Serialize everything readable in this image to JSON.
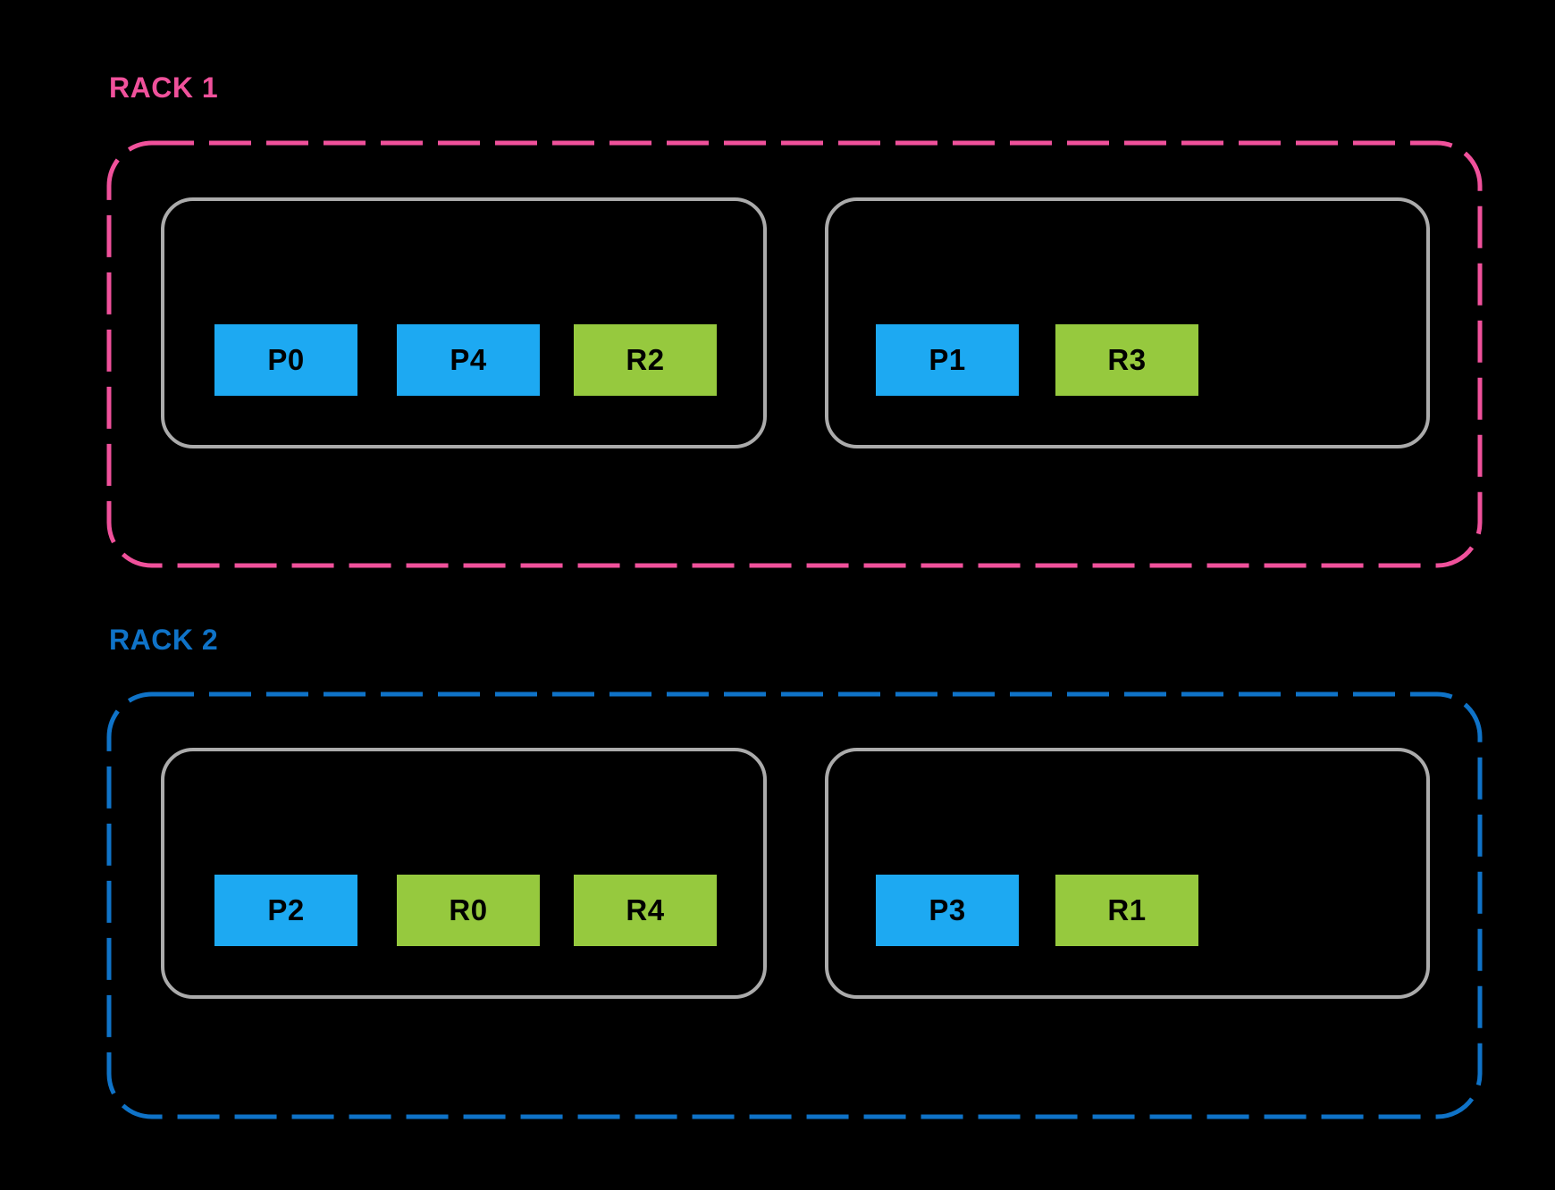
{
  "diagram": {
    "background_color": "#000000",
    "racks": [
      {
        "label": "RACK 1",
        "accent_color": "#F0519B",
        "hosts": [
          {
            "chips": [
              {
                "label": "P0",
                "type": "partition"
              },
              {
                "label": "P4",
                "type": "partition"
              },
              {
                "label": "R2",
                "type": "replica"
              }
            ]
          },
          {
            "chips": [
              {
                "label": "P1",
                "type": "partition"
              },
              {
                "label": "R3",
                "type": "replica"
              }
            ]
          }
        ]
      },
      {
        "label": "RACK 2",
        "accent_color": "#0F73C8",
        "hosts": [
          {
            "chips": [
              {
                "label": "P2",
                "type": "partition"
              },
              {
                "label": "R0",
                "type": "replica"
              },
              {
                "label": "R4",
                "type": "replica"
              }
            ]
          },
          {
            "chips": [
              {
                "label": "P3",
                "type": "partition"
              },
              {
                "label": "R1",
                "type": "replica"
              }
            ]
          }
        ]
      }
    ],
    "colors": {
      "partition_chip": "#1DA9F2",
      "replica_chip": "#96C93E",
      "host_border": "#ABABAB",
      "chip_text": "#000000",
      "rack1_accent": "#F0519B",
      "rack2_accent": "#0F73C8"
    }
  }
}
